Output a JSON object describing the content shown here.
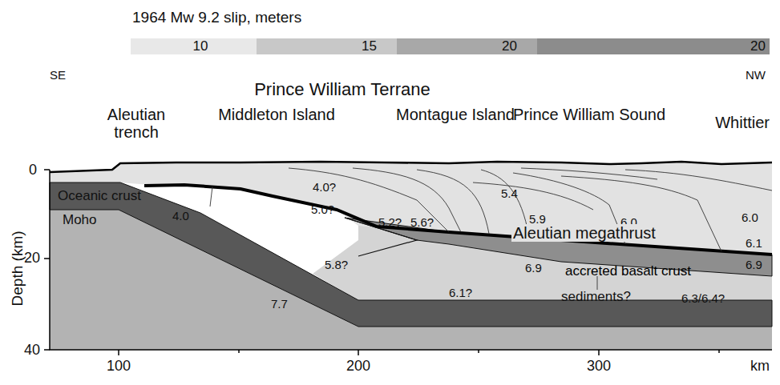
{
  "diagram": {
    "title": "1964 Mw 9.2 slip, meters",
    "labels": [
      "SE",
      "NW",
      "Prince William Terrane",
      "Aleutian trench",
      "Middleton Island",
      "Montague Island",
      "Prince William Sound",
      "Whittier",
      "4.0",
      "4.0?",
      "5.0?",
      "5.2?",
      "5.6?",
      "5.4",
      "5.9",
      "6.0",
      "6.0",
      "5.8?",
      "6.1",
      "6.9",
      "6.9",
      "7.7",
      "6.1?",
      "6.3/6.4?",
      "Oceanic crust",
      "Moho",
      "Aleutian megathrust",
      "accreted basalt crust",
      "sediments?",
      "Depth (km)",
      "0",
      "20",
      "40",
      "100",
      "200",
      "300",
      "km"
    ],
    "legend": [
      {
        "text": "10",
        "color": "#e8e8e8"
      },
      {
        "text": "15",
        "color": "#c8c8c8"
      },
      {
        "text": "20",
        "color": "#a8a8a8"
      },
      {
        "text": "20",
        "color": "#8c8c8c"
      }
    ]
  }
}
